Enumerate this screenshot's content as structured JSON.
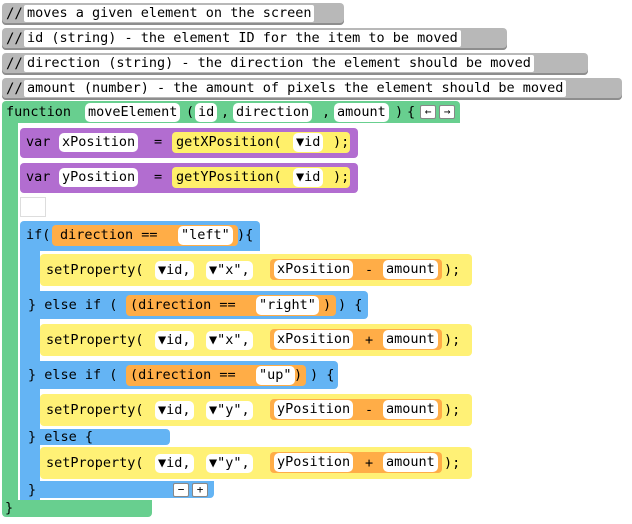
{
  "comments": [
    {
      "slash": "//",
      "text": "moves a given element on the screen"
    },
    {
      "slash": "//",
      "text": "id (string) - the element ID for the item to be moved"
    },
    {
      "slash": "//",
      "text": "direction (string) - the direction the element should be moved"
    },
    {
      "slash": "//",
      "text": "amount (number) - the amount of pixels the element should be moved"
    }
  ],
  "func": {
    "keyword": "function",
    "name": "moveElement",
    "lparen": "(",
    "params": [
      "id",
      "direction",
      "amount"
    ],
    "comma": ",",
    "rparen": ")",
    "brace": "{",
    "left_arrow": "←",
    "right_arrow": "→",
    "close": "}"
  },
  "vars": [
    {
      "var_kw": "var",
      "name": "xPosition",
      "eq": "=",
      "call": "getXPosition(",
      "arg": "▼id",
      "close": ");"
    },
    {
      "var_kw": "var",
      "name": "yPosition",
      "eq": "=",
      "call": "getYPosition(",
      "arg": "▼id",
      "close": ");"
    }
  ],
  "ifblock": {
    "if_kw": "if(",
    "cond": "direction == ",
    "cond_str": "\"left\"",
    "if_close": "){",
    "elseif1_kw": "} else if (",
    "cond2": "(direction == ",
    "cond2_str": "\"right\"",
    "cond2_close": ")",
    "elseif1_close": ") {",
    "elseif2_kw": "} else if (",
    "cond3": "(direction == ",
    "cond3_str": "\"up\"",
    "cond3_close": ")",
    "elseif2_close": ") {",
    "else_kw": "} else {",
    "end_kw": "}",
    "minus": "−",
    "plus": "+"
  },
  "set_calls": [
    {
      "fn": "setProperty(",
      "id": "▼id,",
      "prop": "▼\"x\",",
      "var": "xPosition",
      "op": "-",
      "amt": "amount",
      "close": ");"
    },
    {
      "fn": "setProperty(",
      "id": "▼id,",
      "prop": "▼\"x\",",
      "var": "xPosition",
      "op": "+",
      "amt": "amount",
      "close": ");"
    },
    {
      "fn": "setProperty(",
      "id": "▼id,",
      "prop": "▼\"y\",",
      "var": "yPosition",
      "op": "-",
      "amt": "amount",
      "close": ");"
    },
    {
      "fn": "setProperty(",
      "id": "▼id,",
      "prop": "▼\"y\",",
      "var": "yPosition",
      "op": "+",
      "amt": "amount",
      "close": ");"
    }
  ],
  "colors": {
    "function_green": "#68cf8f",
    "var_purple": "#b26dd0",
    "if_blue": "#64b4f4",
    "call_yellow": "#fff176",
    "expr_orange": "#ffab40",
    "comment_gray": "#b8b8b8"
  }
}
